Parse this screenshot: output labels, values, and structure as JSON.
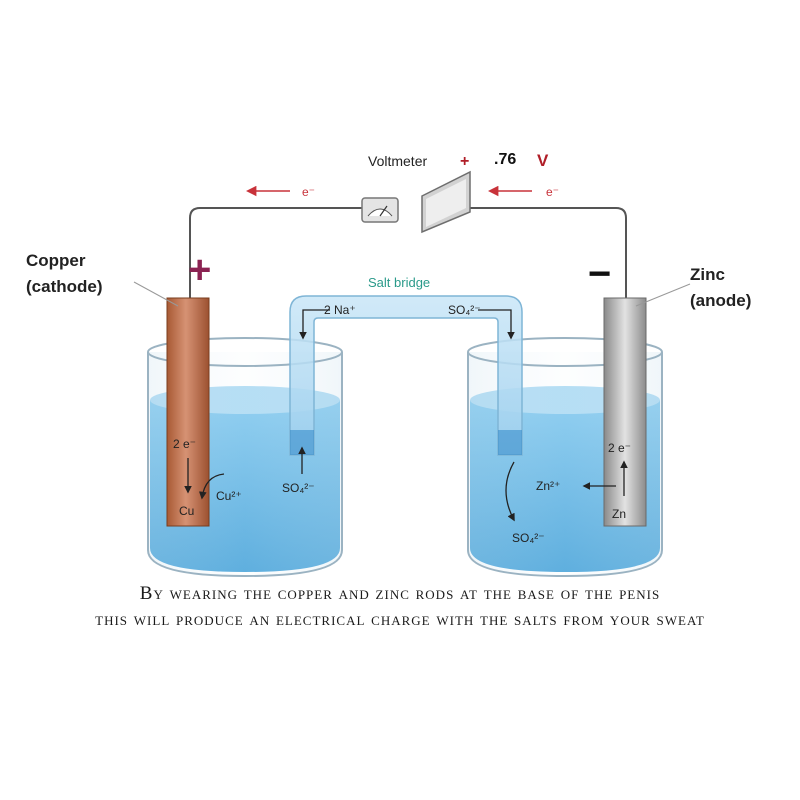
{
  "diagram": {
    "voltmeter_label": "Voltmeter",
    "voltage_plus": "+",
    "voltage_value": ".76",
    "voltage_unit": "V",
    "electron_left": "e⁻",
    "electron_right": "e⁻",
    "salt_bridge_label": "Salt bridge",
    "bridge_left_ion": "2 Na⁺",
    "bridge_right_ion": "SO₄²⁻",
    "cathode_name": "Copper",
    "cathode_role": "(cathode)",
    "anode_name": "Zinc",
    "anode_role": "(anode)",
    "plus_sign": "+",
    "minus_sign": "−",
    "left_electrons": "2 e⁻",
    "left_metal": "Cu",
    "left_ion_cu": "Cu²⁺",
    "left_ion_so4": "SO₄²⁻",
    "right_electrons": "2 e⁻",
    "right_metal": "Zn",
    "right_ion_zn": "Zn²⁺",
    "right_ion_so4": "SO₄²⁻",
    "colors": {
      "plus": "#8b2252",
      "voltage_unit": "#b01e28",
      "copper": "#b5643c",
      "zinc": "#9a9a9a",
      "solution": "#4aa8dc",
      "salt_bridge_label": "#2a9a8a"
    }
  },
  "caption": {
    "line1": "By wearing the copper and zinc rods at the base of the penis",
    "line2": "this will produce an electrical charge with the salts from your sweat"
  }
}
